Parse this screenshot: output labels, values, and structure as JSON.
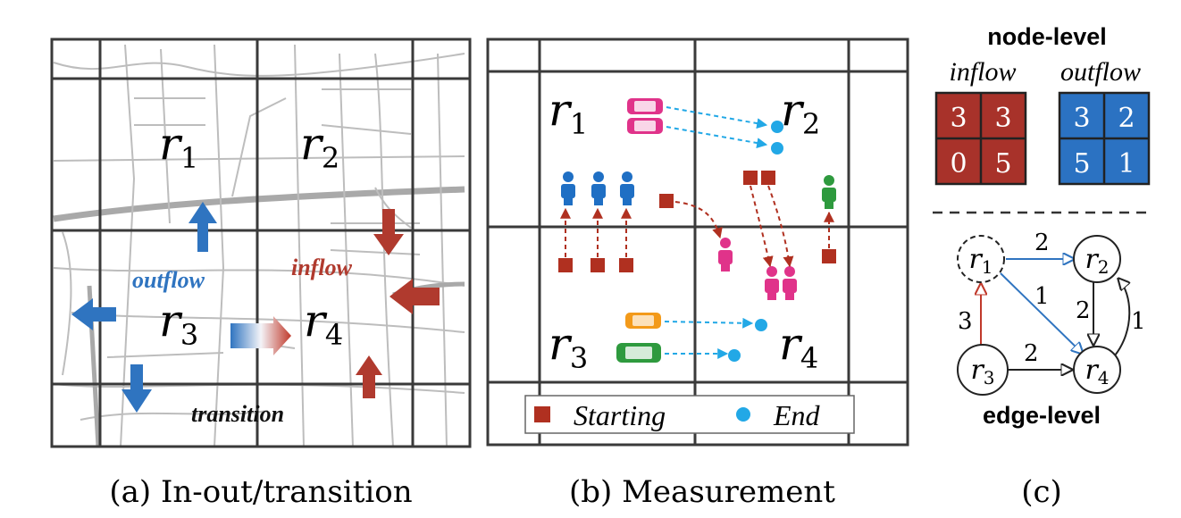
{
  "panel_a": {
    "caption": "(a) In-out/transition",
    "regions": [
      "r",
      "r",
      "r",
      "r"
    ],
    "subs": [
      "1",
      "2",
      "3",
      "4"
    ],
    "outflow_label": "outflow",
    "inflow_label": "inflow",
    "transition_label": "transition"
  },
  "panel_b": {
    "caption": "(b) Measurement",
    "regions": [
      "r",
      "r",
      "r",
      "r"
    ],
    "subs": [
      "1",
      "2",
      "3",
      "4"
    ],
    "legend": {
      "starting": "Starting",
      "end": "End"
    }
  },
  "panel_c": {
    "caption": "(c)",
    "node_level_title": "node-level",
    "inflow_label": "inflow",
    "outflow_label": "outflow",
    "inflow_values": [
      "3",
      "3",
      "0",
      "5"
    ],
    "outflow_values": [
      "3",
      "2",
      "5",
      "1"
    ],
    "edge_level_title": "edge-level",
    "node_names": [
      "r",
      "r",
      "r",
      "r"
    ],
    "node_subs": [
      "1",
      "2",
      "3",
      "4"
    ],
    "edge_weights": {
      "r1_r2": "2",
      "r1_r4": "1",
      "r3_r1": "3",
      "r3_r4": "2",
      "r2_r4": "2",
      "r4_r2": "1"
    }
  },
  "colors": {
    "inflow_red": "#b03a2e",
    "outflow_blue": "#2f74c0",
    "start_red": "#b03020",
    "end_cyan": "#22a8e6",
    "pink": "#e0338a",
    "green": "#2e9a3e",
    "orange": "#f39a1a",
    "grid": "#3a3a3a"
  }
}
